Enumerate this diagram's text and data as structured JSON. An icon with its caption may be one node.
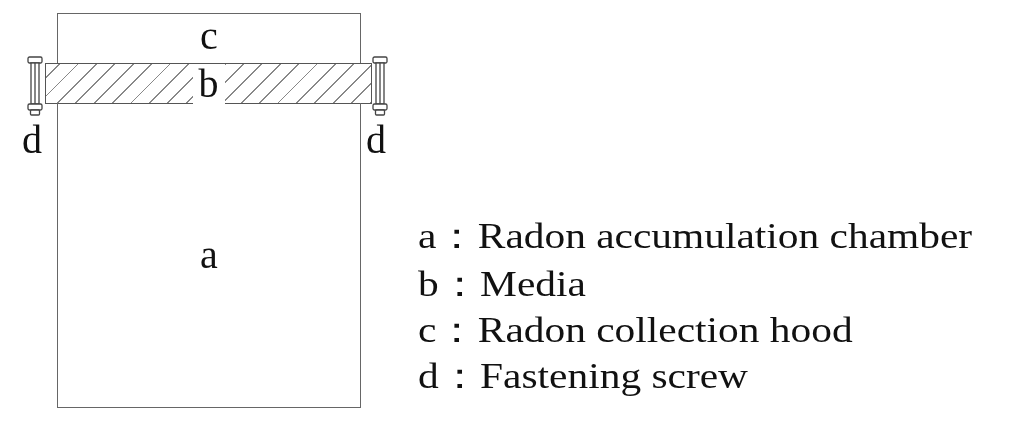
{
  "diagram": {
    "nodes": [
      {
        "text": [
          "c"
        ]
      },
      {
        "text": [
          "b"
        ]
      },
      {
        "text": [
          "a"
        ]
      }
    ],
    "labels": [
      "d",
      "d",
      "a：Radon accumulation chamber",
      "b：Media",
      "c：Radon collection hood",
      "d：Fastening screw"
    ]
  }
}
